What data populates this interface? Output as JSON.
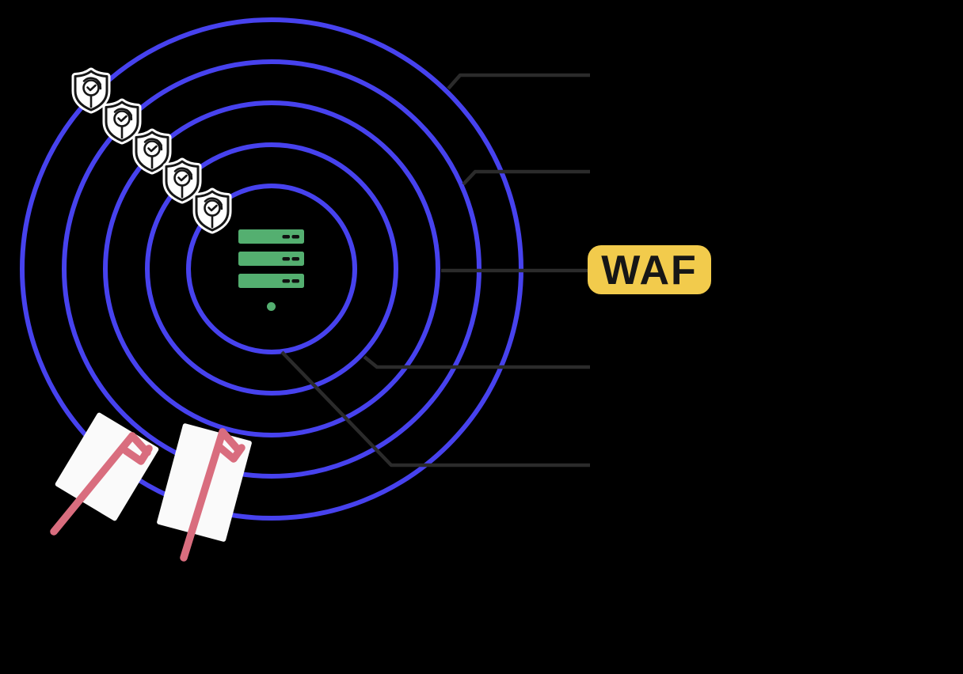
{
  "badge": {
    "label": "WAF"
  },
  "colors": {
    "background": "#000000",
    "ring": "#4742EE",
    "leader": "#2B2B2B",
    "server": "#54AF70",
    "server-dash": "#101010",
    "attack": "#D96D7E",
    "card": "#FAFAFA",
    "badge": "#F2CB4C",
    "badge-text": "#161616",
    "shield-fill": "#FFFFFF",
    "shield-stroke": "#161616"
  },
  "structure": {
    "ring_count": 5,
    "shield_count": 5,
    "leader_line_count": 5,
    "blocked_attack_count": 2
  },
  "icons": {
    "shield": "shield-check-icon",
    "server": "server-stack-icon",
    "attack": "deflected-arrow-icon"
  }
}
